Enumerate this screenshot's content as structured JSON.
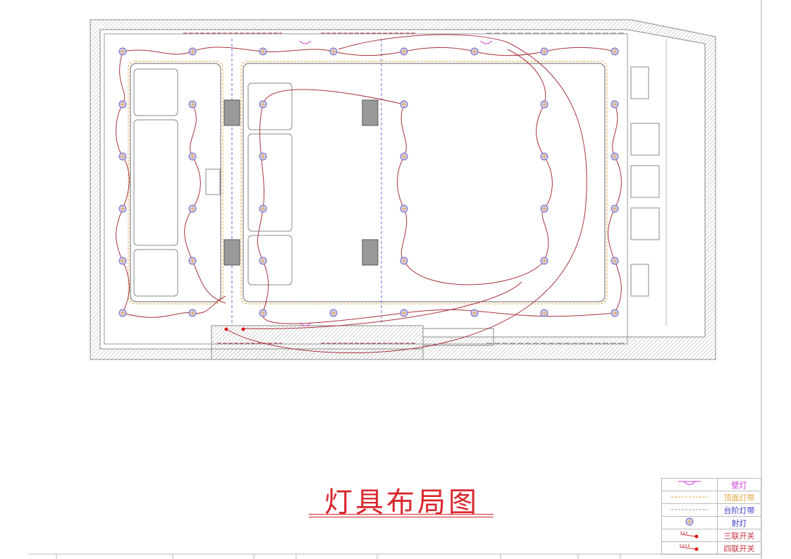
{
  "title": "灯具布局图",
  "legend": [
    {
      "symbol": "wall-lamp",
      "label": "壁灯",
      "color": "#d23bd8"
    },
    {
      "symbol": "ceiling-light-strip",
      "label": "顶面灯带",
      "color": "#e0a640"
    },
    {
      "symbol": "step-light-strip",
      "label": "台阶灯带",
      "color": "#3a3ac8"
    },
    {
      "symbol": "spotlight",
      "label": "射灯",
      "color": "#3a3ac8"
    },
    {
      "symbol": "triple-switch",
      "label": "三联开关",
      "color": "#c8303a"
    },
    {
      "symbol": "quad-switch",
      "label": "四联开关",
      "color": "#c8303a"
    }
  ],
  "colors": {
    "wire": "#a8323c",
    "wall": "#888888",
    "switch": "#e01010"
  }
}
